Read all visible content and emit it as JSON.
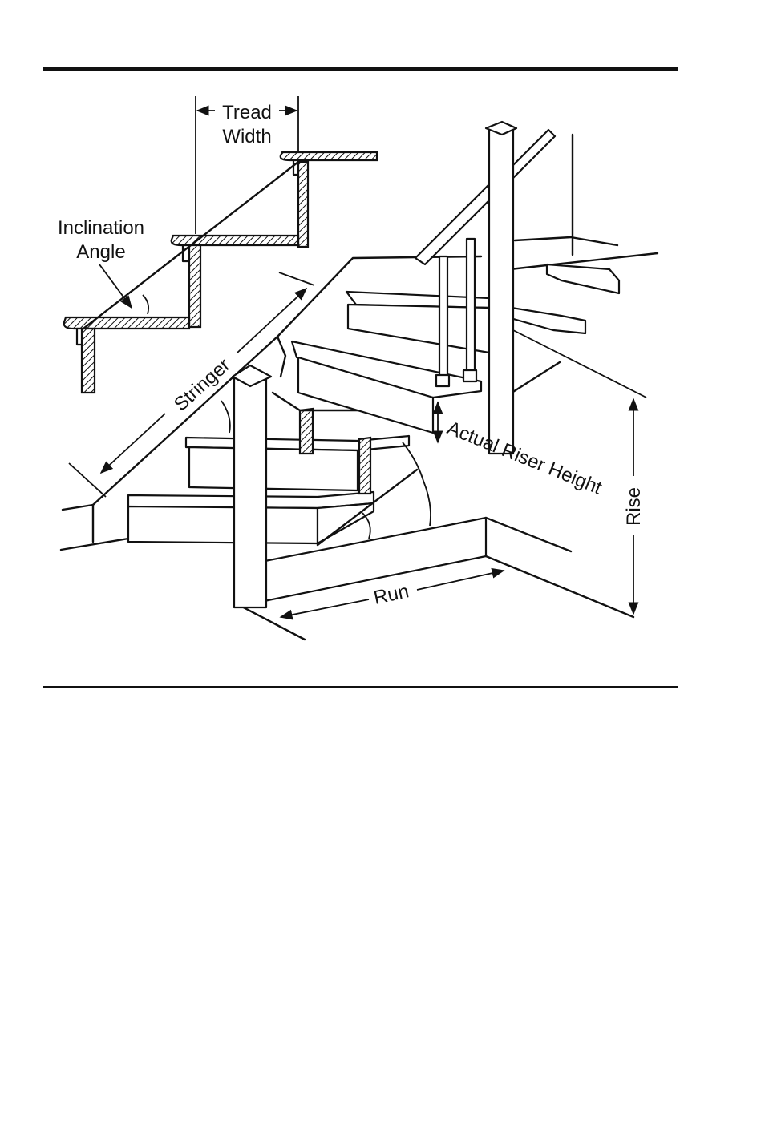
{
  "figure": {
    "labels": {
      "tread_width_line1": "Tread",
      "tread_width_line2": "Width",
      "inclination_line1": "Inclination",
      "inclination_line2": "Angle",
      "stringer": "Stringer",
      "actual_riser_height": "Actual Riser Height",
      "rise": "Rise",
      "run": "Run"
    }
  },
  "colors": {
    "ink": "#111111",
    "paper": "#ffffff"
  },
  "icons": {
    "arrowhead": "arrowhead-icon"
  }
}
